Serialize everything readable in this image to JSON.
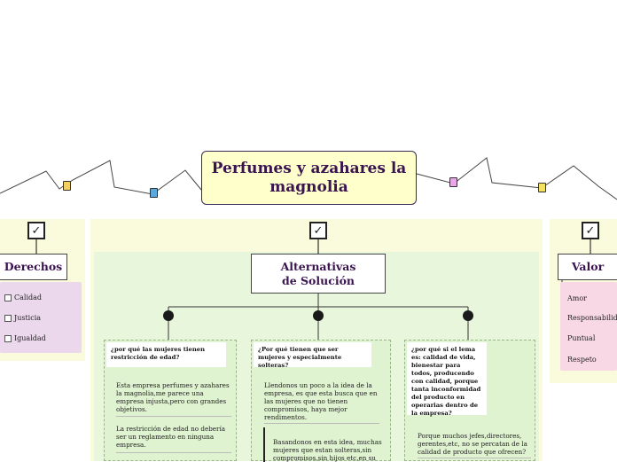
{
  "central": {
    "title": "Perfumes y azahares la magnolia"
  },
  "left_topic": {
    "title": "Derechos",
    "items": [
      "Calidad",
      "Justicia",
      "Igualdad"
    ]
  },
  "middle_topic": {
    "title": "Alternativas de Solución",
    "columns": [
      {
        "question": "¿por qué las mujeres tienen restricción de edad?",
        "answers": [
          "Esta empresa perfumes y azahares la magnolia,me parece una empresa injusta,pero con grandes objetivos.",
          "La restricción de edad no debería ser un reglamento en ninguna empresa."
        ]
      },
      {
        "question": "¿Por qué tienen que ser mujeres y especialmente solteras?",
        "answers": [
          "Llendonos un poco a la idea de la empresa, es que esta busca que en las mujeres que no tienen compromisos, haya mejor rendimentos.",
          "Basandonos en esta idea, muchas mujeres que estan solteras,sin compromisos,sin hijos etc,en su"
        ]
      },
      {
        "question": "¿por qué si el lema es: calidad de vida, bienestar para todos, producendo con calidad, porque tanta inconformidad del producto en operarias dentro de la empresa?",
        "answers": [
          "Porque muchos jefes,directores, gerentes,etc, no se percatan de la calidad de producto que ofrecen?"
        ]
      }
    ]
  },
  "right_topic": {
    "title": "Valor",
    "items": [
      "Amor",
      "Responsabilidad",
      "Puntual",
      "Respeto"
    ]
  },
  "colors": {
    "panel": "#fafadc",
    "subpanel": "#e8f6dc",
    "left_list": "#ecd8ec",
    "right_list": "#f8d8e4",
    "central": "#ffffcc",
    "title_text": "#3a1450"
  },
  "icons": [
    "check-icon",
    "tag-icon"
  ]
}
